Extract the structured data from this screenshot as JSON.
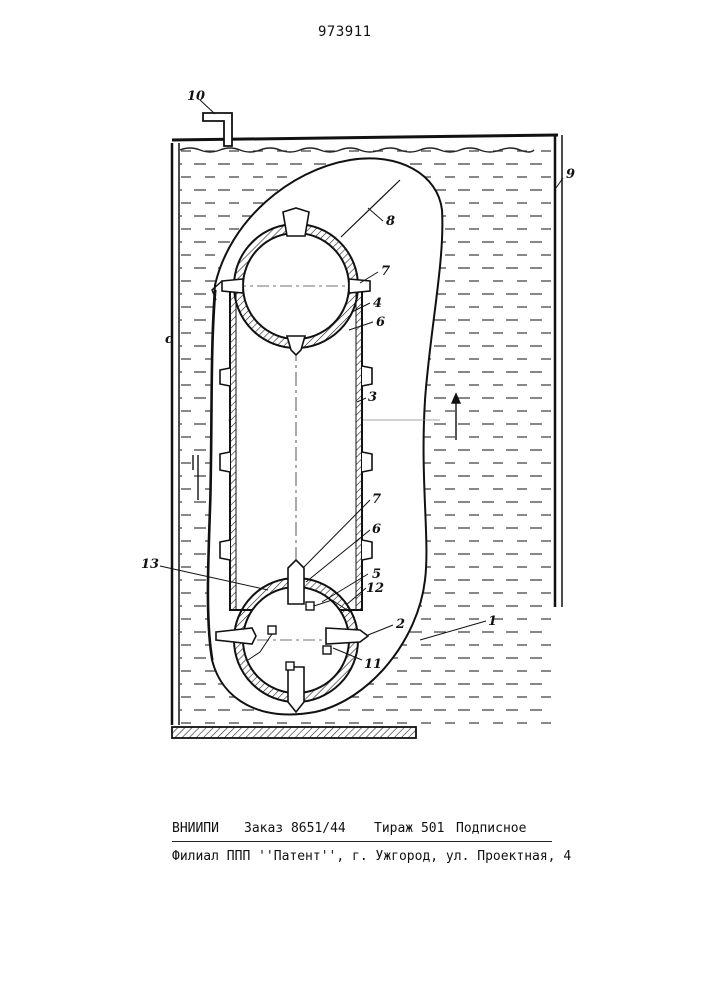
{
  "header": {
    "patent_number": "973911"
  },
  "labels": {
    "l1": "1",
    "l2": "2",
    "l3": "3",
    "l4": "4",
    "l5": "5",
    "l6a": "6",
    "l6b": "6",
    "l7a": "7",
    "l7b": "7",
    "l8": "8",
    "l9": "9",
    "l10": "10",
    "l11": "11",
    "l12": "12",
    "l13": "13",
    "c": "c"
  },
  "footer": {
    "org": "ВНИИПИ",
    "order": "Заказ 8651/44",
    "circulation": "Тираж 501",
    "subscription": "Подписное",
    "branch": "Филиал ППП ''Патент'', г. Ужгород, ул. Проектная, 4"
  }
}
